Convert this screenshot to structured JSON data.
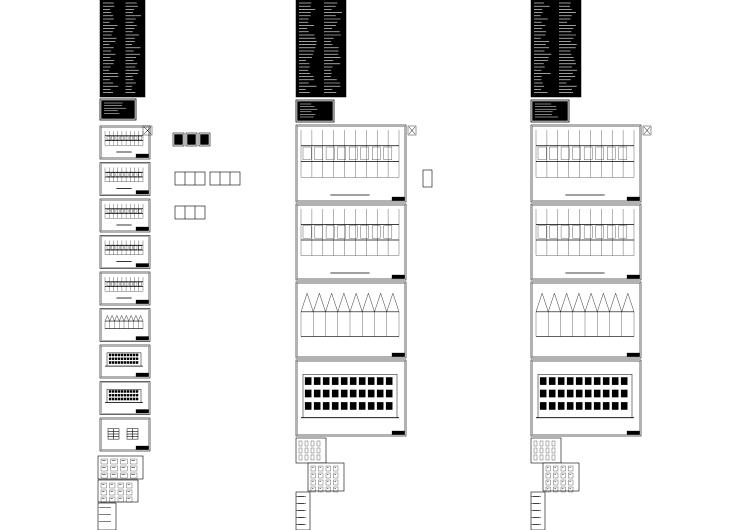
{
  "viewer": {
    "background_color": "#ffffff",
    "ink_color": "#000000"
  },
  "layout_columns": [
    {
      "name": "column-left",
      "sheets": 14
    },
    {
      "name": "column-middle",
      "sheets": 8
    },
    {
      "name": "column-right",
      "sheets": 8
    }
  ],
  "legend_blocks": [
    {
      "name": "legend-filled-squares",
      "count": 3
    },
    {
      "name": "legend-outline-squares-a",
      "count": 3
    },
    {
      "name": "legend-outline-squares-b",
      "count": 3
    },
    {
      "name": "legend-outline-squares-c",
      "count": 3
    }
  ]
}
